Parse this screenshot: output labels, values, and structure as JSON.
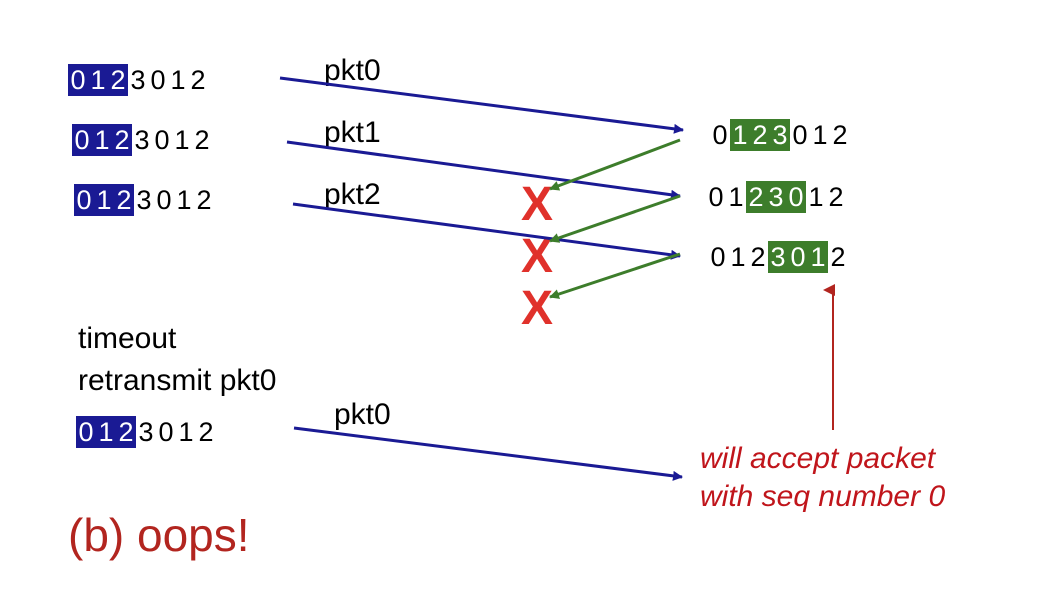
{
  "sender_windows": [
    {
      "seq": [
        "0",
        "1",
        "2",
        "3",
        "0",
        "1",
        "2"
      ],
      "window": [
        0,
        3
      ]
    },
    {
      "seq": [
        "0",
        "1",
        "2",
        "3",
        "0",
        "1",
        "2"
      ],
      "window": [
        0,
        3
      ]
    },
    {
      "seq": [
        "0",
        "1",
        "2",
        "3",
        "0",
        "1",
        "2"
      ],
      "window": [
        0,
        3
      ]
    },
    {
      "seq": [
        "0",
        "1",
        "2",
        "3",
        "0",
        "1",
        "2"
      ],
      "window": [
        0,
        3
      ]
    }
  ],
  "receiver_windows": [
    {
      "seq": [
        "0",
        "1",
        "2",
        "3",
        "0",
        "1",
        "2"
      ],
      "window": [
        1,
        4
      ]
    },
    {
      "seq": [
        "0",
        "1",
        "2",
        "3",
        "0",
        "1",
        "2"
      ],
      "window": [
        2,
        5
      ]
    },
    {
      "seq": [
        "0",
        "1",
        "2",
        "3",
        "0",
        "1",
        "2"
      ],
      "window": [
        3,
        6
      ]
    }
  ],
  "packet_labels": [
    "pkt0",
    "pkt1",
    "pkt2",
    "pkt0"
  ],
  "lost_marker": "X",
  "timeout_label": "timeout",
  "retransmit_label": "retransmit pkt0",
  "note_lines": [
    "will accept packet",
    "with seq number 0"
  ],
  "caption": "(b) oops!",
  "colors": {
    "sender_window": "#1a1a94",
    "receiver_window": "#3d7d2b",
    "data_arrow": "#1a1a94",
    "ack_arrow": "#3d7d2b",
    "loss_marker": "#e0312b",
    "note": "#c0151b",
    "caption": "#b2251f"
  }
}
